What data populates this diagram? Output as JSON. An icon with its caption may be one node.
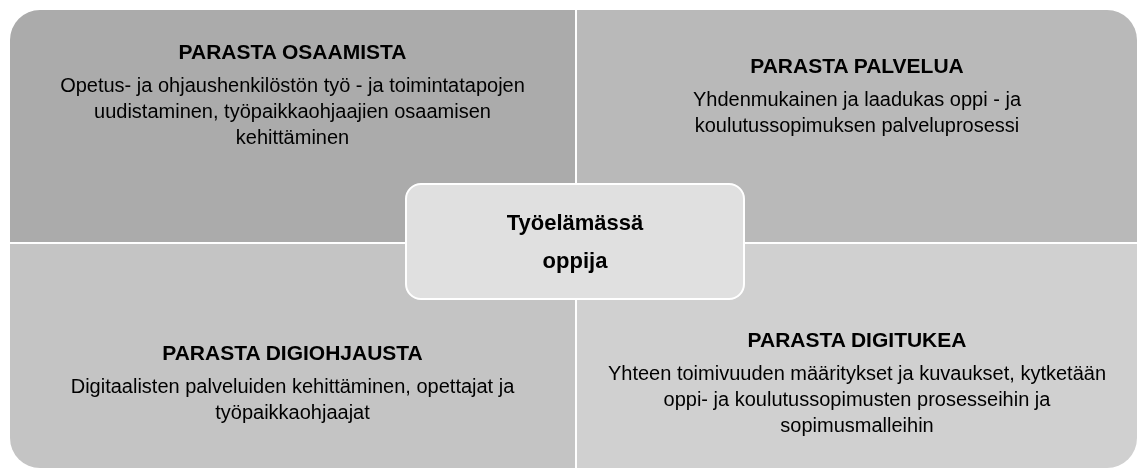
{
  "diagram": {
    "nodes": [
      {
        "text": [
          "PARASTA OSAAMISTA",
          "Opetus- ja ohjaushenkilöstön työ - ja toimintatapojen uudistaminen, työpaikkaohjaajien osaamisen kehittäminen"
        ]
      },
      {
        "text": [
          "PARASTA PALVELUA",
          "Yhdenmukainen ja laadukas oppi - ja koulutussopimuksen palveluprosessi"
        ]
      },
      {
        "text": [
          "PARASTA DIGIOHJAUSTA",
          "Digitaalisten palveluiden kehittäminen, opettajat ja työpaikkaohjaajat"
        ]
      },
      {
        "text": [
          "PARASTA DIGITUKEA",
          "Yhteen toimivuuden määritykset ja kuvaukset, kytketään oppi- ja koulutussopimusten prosesseihin ja sopimusmalleihin"
        ]
      },
      {
        "text": [
          "Työelämässä oppija"
        ]
      }
    ]
  }
}
